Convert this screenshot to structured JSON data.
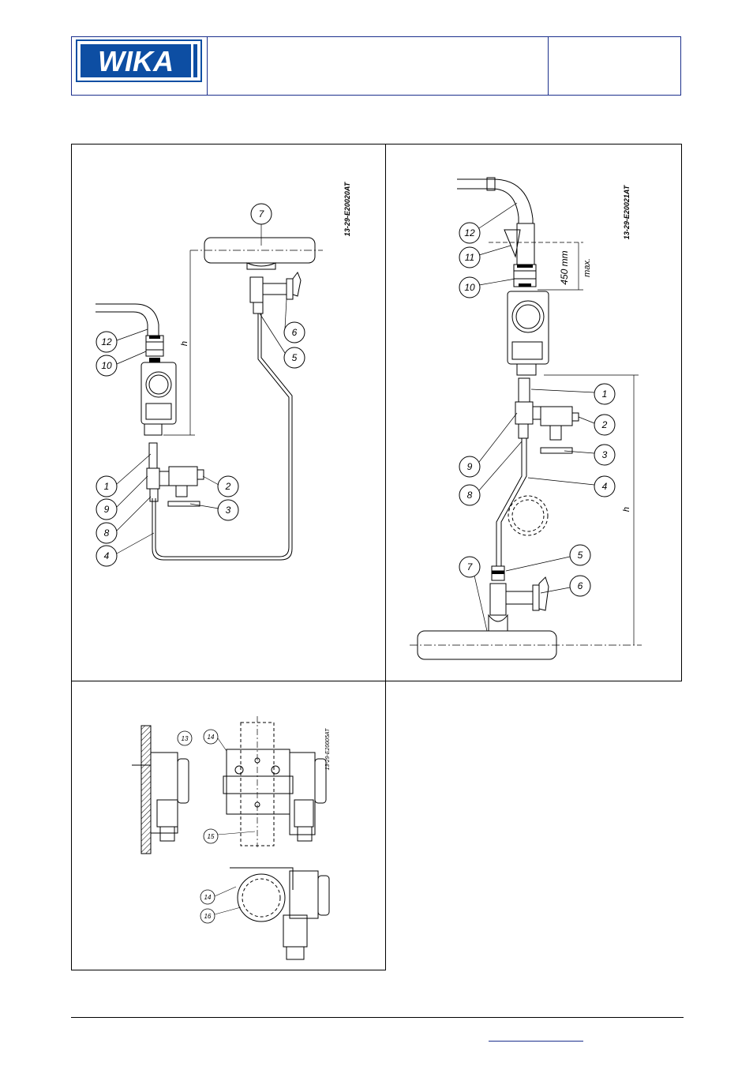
{
  "header": {
    "logo_text": "WIKA",
    "logo_color": "#0d4ea3",
    "border_color": "#1b2f8c"
  },
  "figure1": {
    "drawing_id": "13-29-E20020AT",
    "dimension_label": "h",
    "callouts": [
      "7",
      "12",
      "10",
      "6",
      "5",
      "1",
      "9",
      "8",
      "4",
      "2",
      "3"
    ]
  },
  "figure2": {
    "drawing_id": "13-29-E20021AT",
    "dimension_label": "h",
    "distance_label": "450 mm",
    "distance_qualifier": "max.",
    "callouts": [
      "12",
      "11",
      "10",
      "1",
      "2",
      "3",
      "9",
      "8",
      "4",
      "5",
      "7",
      "6"
    ]
  },
  "figure3": {
    "drawing_id": "13-29-E20005AT",
    "callouts": [
      "13",
      "14",
      "15",
      "14",
      "16"
    ]
  }
}
